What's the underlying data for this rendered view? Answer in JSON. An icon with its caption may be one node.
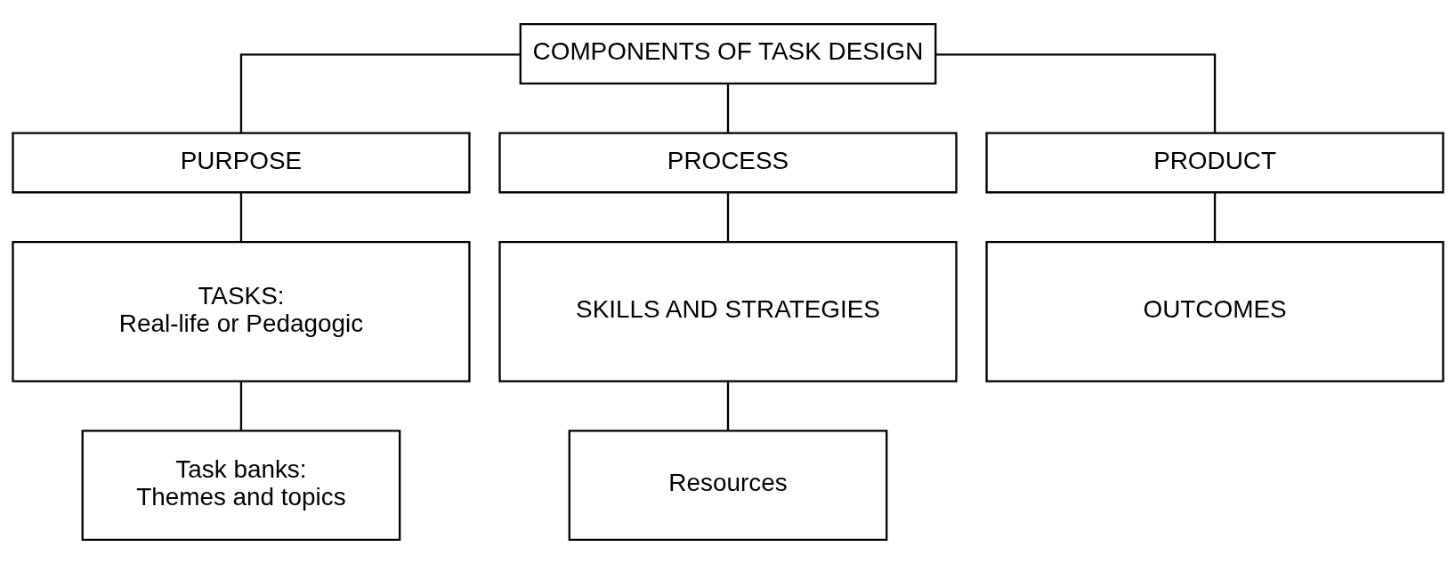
{
  "diagram": {
    "nodes": [
      {
        "text": [
          "COMPONENTS OF TASK DESIGN"
        ]
      },
      {
        "text": [
          "PURPOSE"
        ]
      },
      {
        "text": [
          "PROCESS"
        ]
      },
      {
        "text": [
          "PRODUCT"
        ]
      },
      {
        "text": [
          "TASKS:",
          "Real-life or Pedagogic"
        ]
      },
      {
        "text": [
          "SKILLS AND STRATEGIES"
        ]
      },
      {
        "text": [
          "OUTCOMES"
        ]
      },
      {
        "text": [
          "Task banks:",
          "Themes and topics"
        ]
      },
      {
        "text": [
          "Resources"
        ]
      }
    ],
    "edges": [
      {
        "from": 0,
        "to": 1,
        "arrow": "none"
      },
      {
        "from": 0,
        "to": 2,
        "arrow": "none"
      },
      {
        "from": 0,
        "to": 3,
        "arrow": "none"
      },
      {
        "from": 1,
        "to": 4,
        "arrow": "none"
      },
      {
        "from": 2,
        "to": 5,
        "arrow": "none"
      },
      {
        "from": 3,
        "to": 6,
        "arrow": "none"
      },
      {
        "from": 4,
        "to": 7,
        "arrow": "none"
      },
      {
        "from": 5,
        "to": 8,
        "arrow": "none"
      }
    ]
  }
}
